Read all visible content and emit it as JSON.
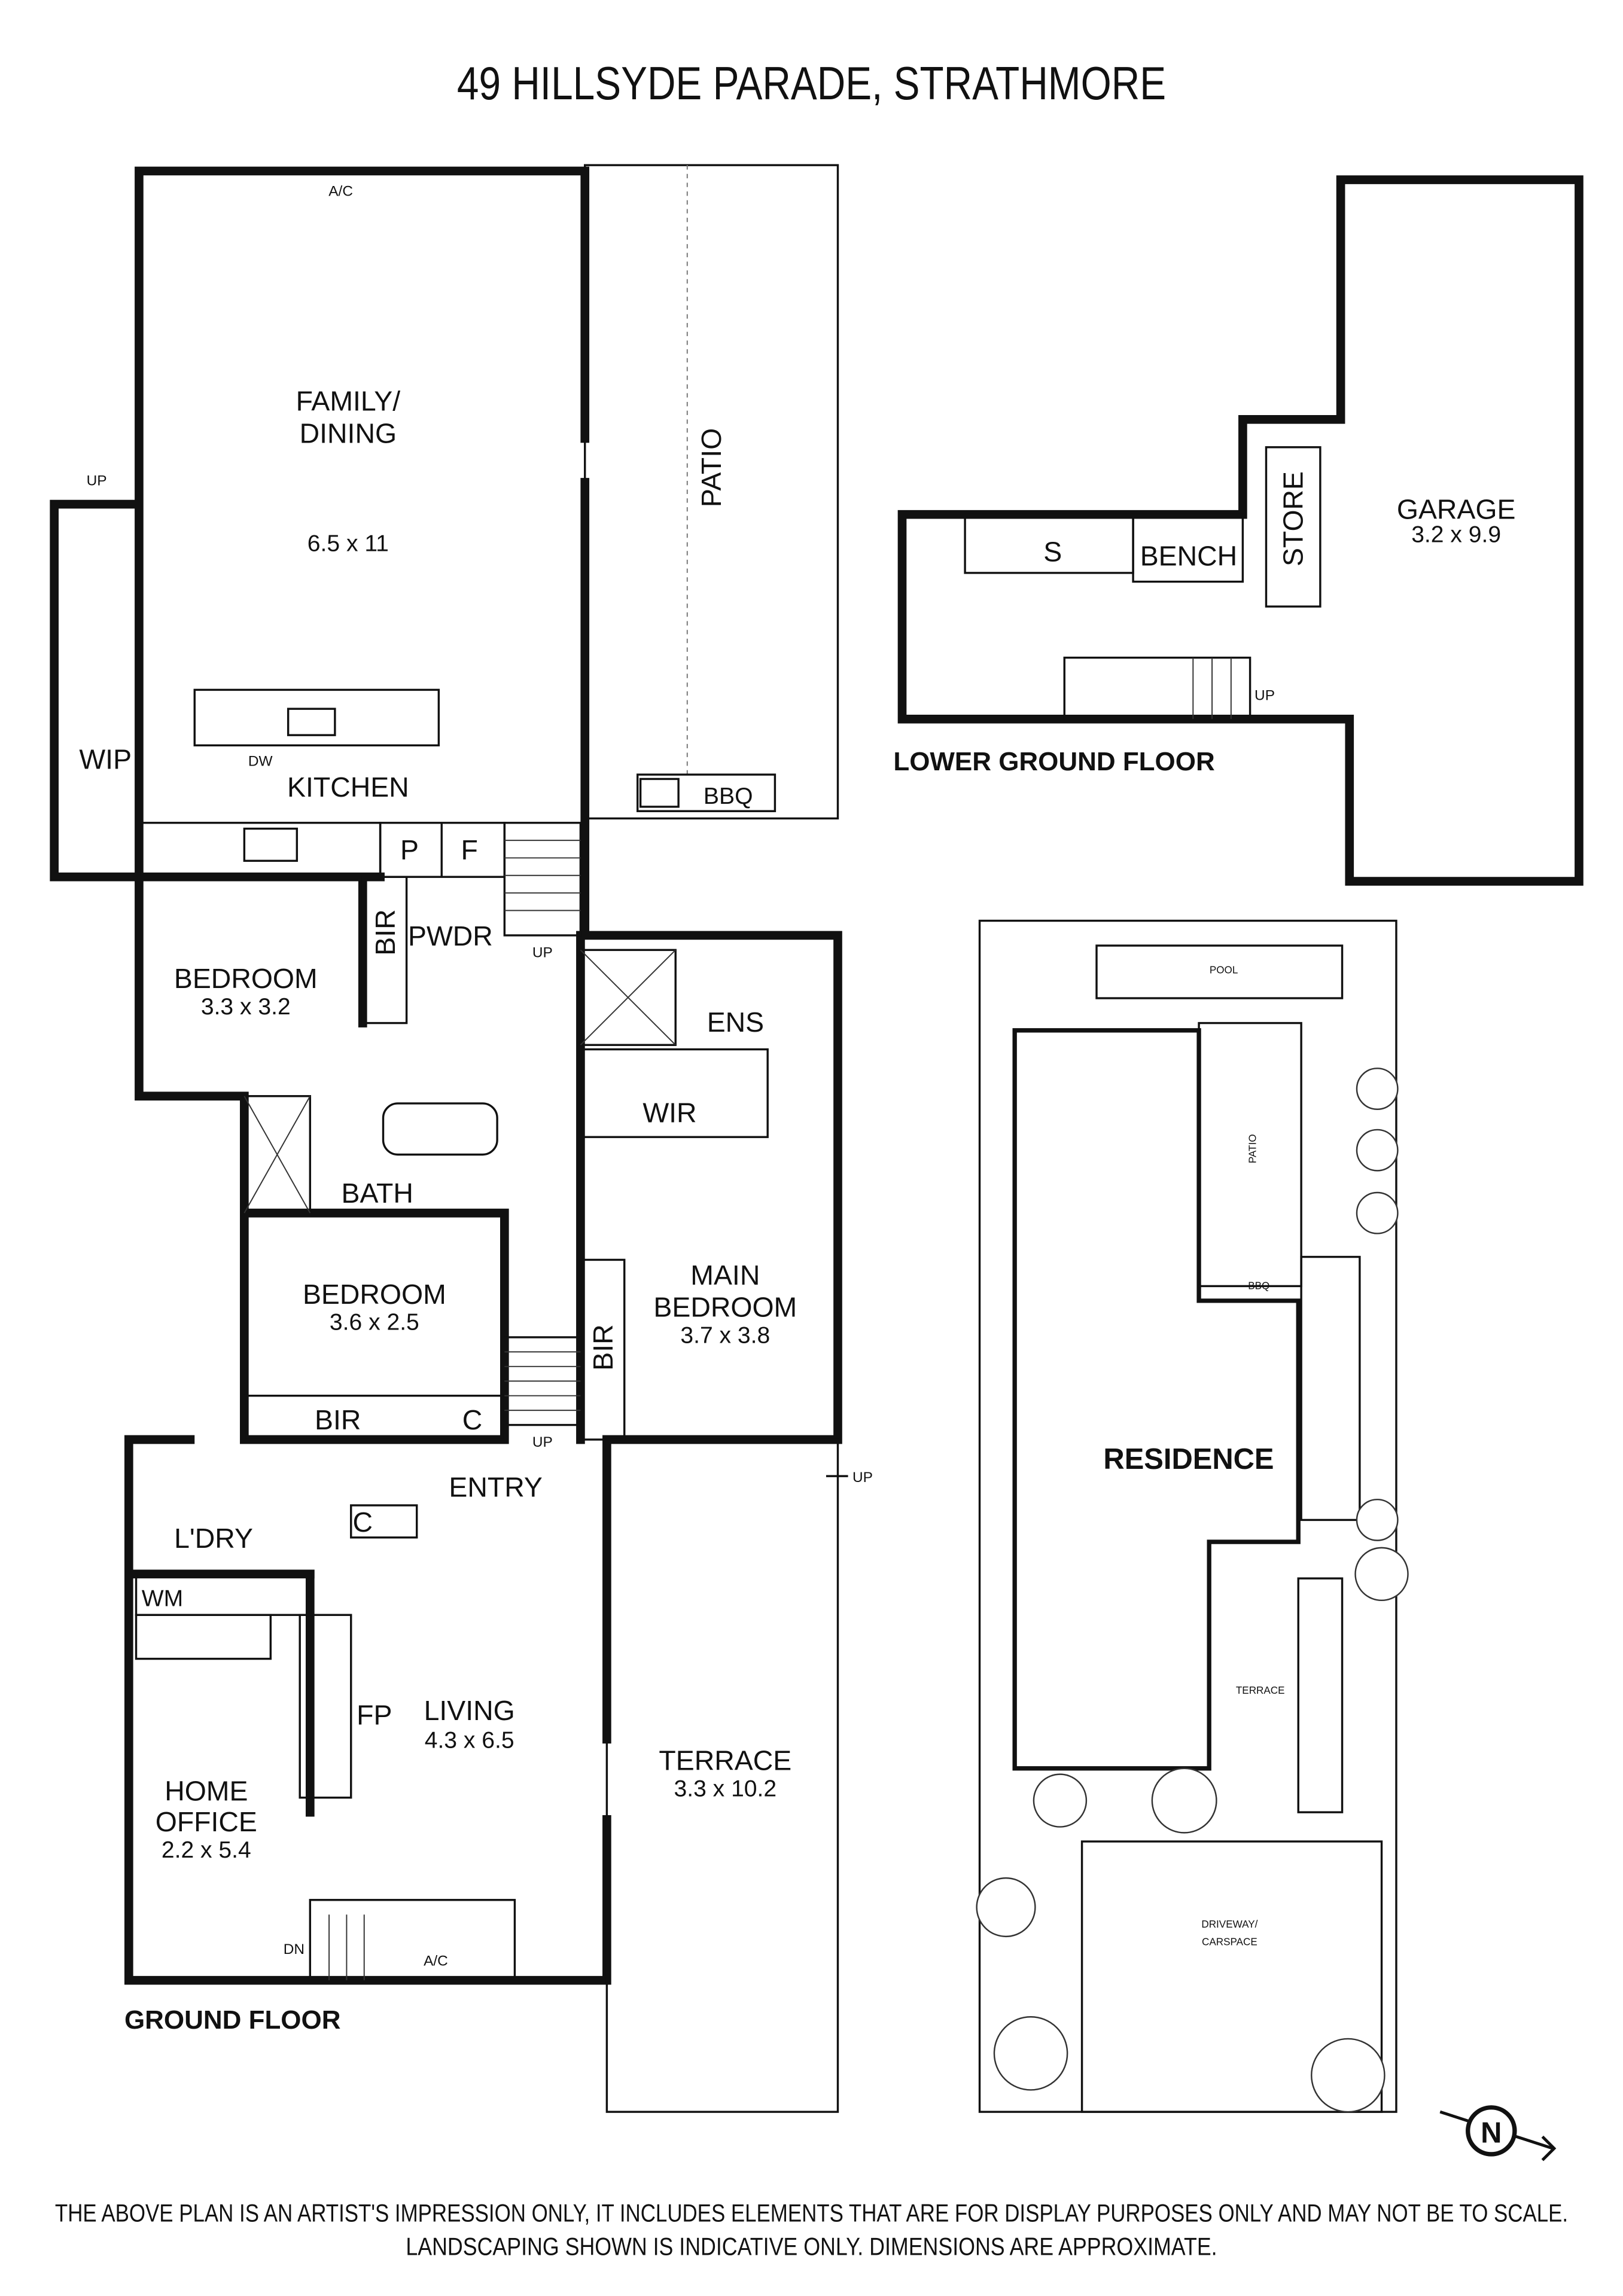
{
  "title": "49 HILLSYDE PARADE, STRATHMORE",
  "ground_floor": {
    "label": "GROUND FLOOR",
    "family_dining": {
      "line1": "FAMILY/",
      "line2": "DINING",
      "dim": "6.5 x 11"
    },
    "kitchen": "KITCHEN",
    "patio": "PATIO",
    "bbq": "BBQ",
    "wip": "WIP",
    "dw": "DW",
    "ac_top": "A/C",
    "pantry": "P",
    "fridge": "F",
    "bir_bed1": "BIR",
    "pwdr": "PWDR",
    "up_kitchen": "UP",
    "up_wip": "UP",
    "bedroom1": {
      "name": "BEDROOM",
      "dim": "3.3 x 3.2"
    },
    "ens": "ENS",
    "wir": "WIR",
    "bath": "BATH",
    "bedroom2": {
      "name": "BEDROOM",
      "dim": "3.6 x 2.5"
    },
    "main_bedroom": {
      "line1": "MAIN",
      "line2": "BEDROOM",
      "dim": "3.7 x 3.8"
    },
    "bir_main": "BIR",
    "bir_bed2": "BIR",
    "cupboard_hall": "C",
    "up_entry": "UP",
    "up_terrace": "UP",
    "entry": "ENTRY",
    "laundry": "L'DRY",
    "cupboard_laundry": "C",
    "wm": "WM",
    "fp": "FP",
    "living": {
      "name": "LIVING",
      "dim": "4.3 x 6.5"
    },
    "terrace": {
      "name": "TERRACE",
      "dim": "3.3 x 10.2"
    },
    "home_office": {
      "line1": "HOME",
      "line2": "OFFICE",
      "dim": "2.2 x 5.4"
    },
    "dn": "DN",
    "ac_bottom": "A/C"
  },
  "lower_ground_floor": {
    "label": "LOWER GROUND FLOOR",
    "s": "S",
    "bench": "BENCH",
    "store": "STORE",
    "garage": {
      "name": "GARAGE",
      "dim": "3.2 x 9.9"
    },
    "up": "UP"
  },
  "site_plan": {
    "pool": "POOL",
    "patio": "PATIO",
    "bbq": "BBQ",
    "residence": "RESIDENCE",
    "terrace": "TERRACE",
    "driveway": {
      "line1": "DRIVEWAY/",
      "line2": "CARSPACE"
    }
  },
  "north_arrow": {
    "label": "N",
    "icon": "north-arrow-icon"
  },
  "disclaimer": {
    "line1": "THE ABOVE PLAN IS AN ARTIST'S IMPRESSION ONLY, IT INCLUDES ELEMENTS THAT ARE FOR DISPLAY PURPOSES ONLY AND MAY NOT BE TO SCALE.",
    "line2": "LANDSCAPING SHOWN IS INDICATIVE ONLY. DIMENSIONS ARE APPROXIMATE."
  }
}
